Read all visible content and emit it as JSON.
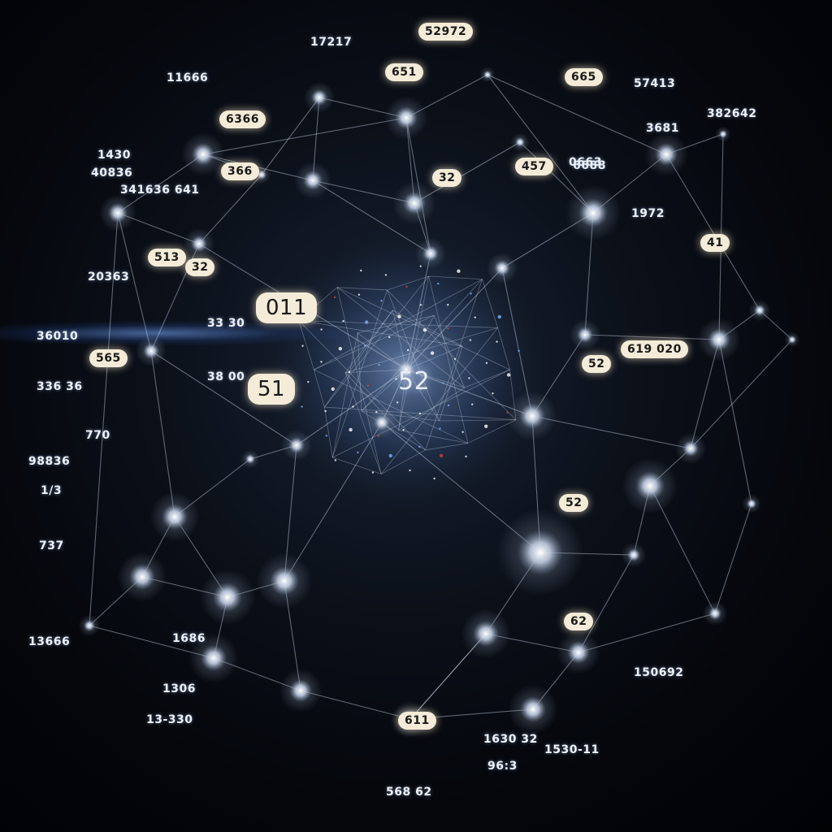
{
  "colors": {
    "edge": "#c9d4e6",
    "node": "#dfe6f2",
    "core_glow": "#7fb2ff",
    "badge": "#f4ecd8",
    "accent_red": "#d0433a"
  },
  "center_label": "52",
  "labels": [
    {
      "text": "52972",
      "style": "badge"
    },
    {
      "text": "17217",
      "style": "plain"
    },
    {
      "text": "11666",
      "style": "plain"
    },
    {
      "text": "651",
      "style": "badge"
    },
    {
      "text": "665",
      "style": "badge"
    },
    {
      "text": "57413",
      "style": "plain"
    },
    {
      "text": "382642",
      "style": "plain"
    },
    {
      "text": "6366",
      "style": "badge"
    },
    {
      "text": "1430",
      "style": "plain"
    },
    {
      "text": "40836",
      "style": "plain"
    },
    {
      "text": "341636 641",
      "style": "plain"
    },
    {
      "text": "366",
      "style": "badge"
    },
    {
      "text": "32",
      "style": "badge"
    },
    {
      "text": "457",
      "style": "badge"
    },
    {
      "text": "6688",
      "style": "plain"
    },
    {
      "text": "1972",
      "style": "plain"
    },
    {
      "text": "41",
      "style": "badge"
    },
    {
      "text": "513",
      "style": "badge"
    },
    {
      "text": "20363",
      "style": "plain"
    },
    {
      "text": "32",
      "style": "badge"
    },
    {
      "text": "011",
      "style": "big-badge"
    },
    {
      "text": "36010",
      "style": "plain"
    },
    {
      "text": "565",
      "style": "badge"
    },
    {
      "text": "51",
      "style": "big-badge"
    },
    {
      "text": "52",
      "style": "badge"
    },
    {
      "text": "619 020",
      "style": "badge"
    },
    {
      "text": "336 36",
      "style": "plain"
    },
    {
      "text": "770",
      "style": "plain"
    },
    {
      "text": "98836",
      "style": "plain"
    },
    {
      "text": "1/3",
      "style": "plain"
    },
    {
      "text": "52",
      "style": "badge"
    },
    {
      "text": "737",
      "style": "plain"
    },
    {
      "text": "1686",
      "style": "plain"
    },
    {
      "text": "13666",
      "style": "plain"
    },
    {
      "text": "62",
      "style": "badge"
    },
    {
      "text": "1306",
      "style": "plain"
    },
    {
      "text": "13-330",
      "style": "plain"
    },
    {
      "text": "611",
      "style": "badge"
    },
    {
      "text": "150692",
      "style": "plain"
    },
    {
      "text": "1530-11",
      "style": "plain"
    },
    {
      "text": "568 62",
      "style": "plain"
    },
    {
      "text": "1630 32",
      "style": "plain"
    },
    {
      "text": "96:3",
      "style": "plain"
    },
    {
      "text": "38 00",
      "style": "plain"
    },
    {
      "text": "33 30",
      "style": "plain"
    },
    {
      "text": "3681",
      "style": "plain"
    },
    {
      "text": "0663",
      "style": "plain"
    }
  ]
}
